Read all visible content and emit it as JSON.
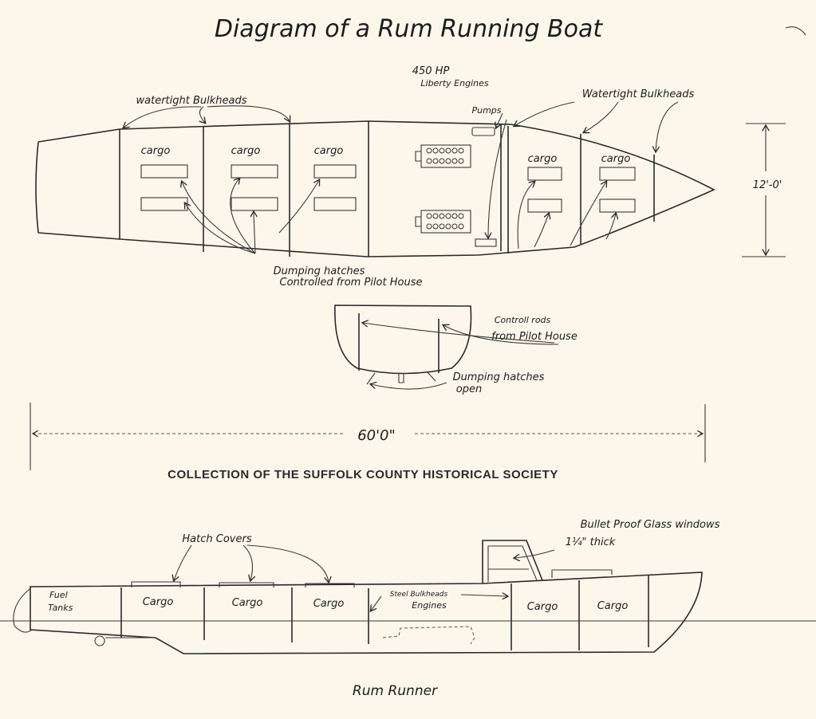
{
  "title": "Diagram of a Rum Running Boat",
  "top_view": {
    "engine_label_line1": "450 HP",
    "engine_label_line2": "Liberty Engines",
    "pumps_label": "Pumps",
    "bulkheads_left_label": "watertight Bulkheads",
    "bulkheads_right_label": "Watertight Bulkheads",
    "compartments": [
      "cargo",
      "cargo",
      "cargo",
      "cargo",
      "cargo"
    ],
    "dumping_label_line1": "Dumping hatches",
    "dumping_label_line2": "Controlled from Pilot House",
    "beam_dimension": "12'-0'"
  },
  "cross_section": {
    "control_rods_line1": "Controll rods",
    "control_rods_line2": "from Pilot House",
    "dumping_open_line1": "Dumping hatches",
    "dumping_open_line2": "open"
  },
  "length_dimension": "60'0\"",
  "credit": "COLLECTION OF THE SUFFOLK COUNTY HISTORICAL SOCIETY",
  "side_view": {
    "hatch_covers_label": "Hatch Covers",
    "glass_label_line1": "Bullet Proof Glass windows",
    "glass_label_line2": "1¼\" thick",
    "fuel_line1": "Fuel",
    "fuel_line2": "Tanks",
    "compartments": [
      "Cargo",
      "Cargo",
      "Cargo",
      "Cargo",
      "Cargo"
    ],
    "steel_bulkheads_label": "Steel Bulkheads",
    "engines_label": "Engines",
    "caption": "Rum Runner"
  }
}
